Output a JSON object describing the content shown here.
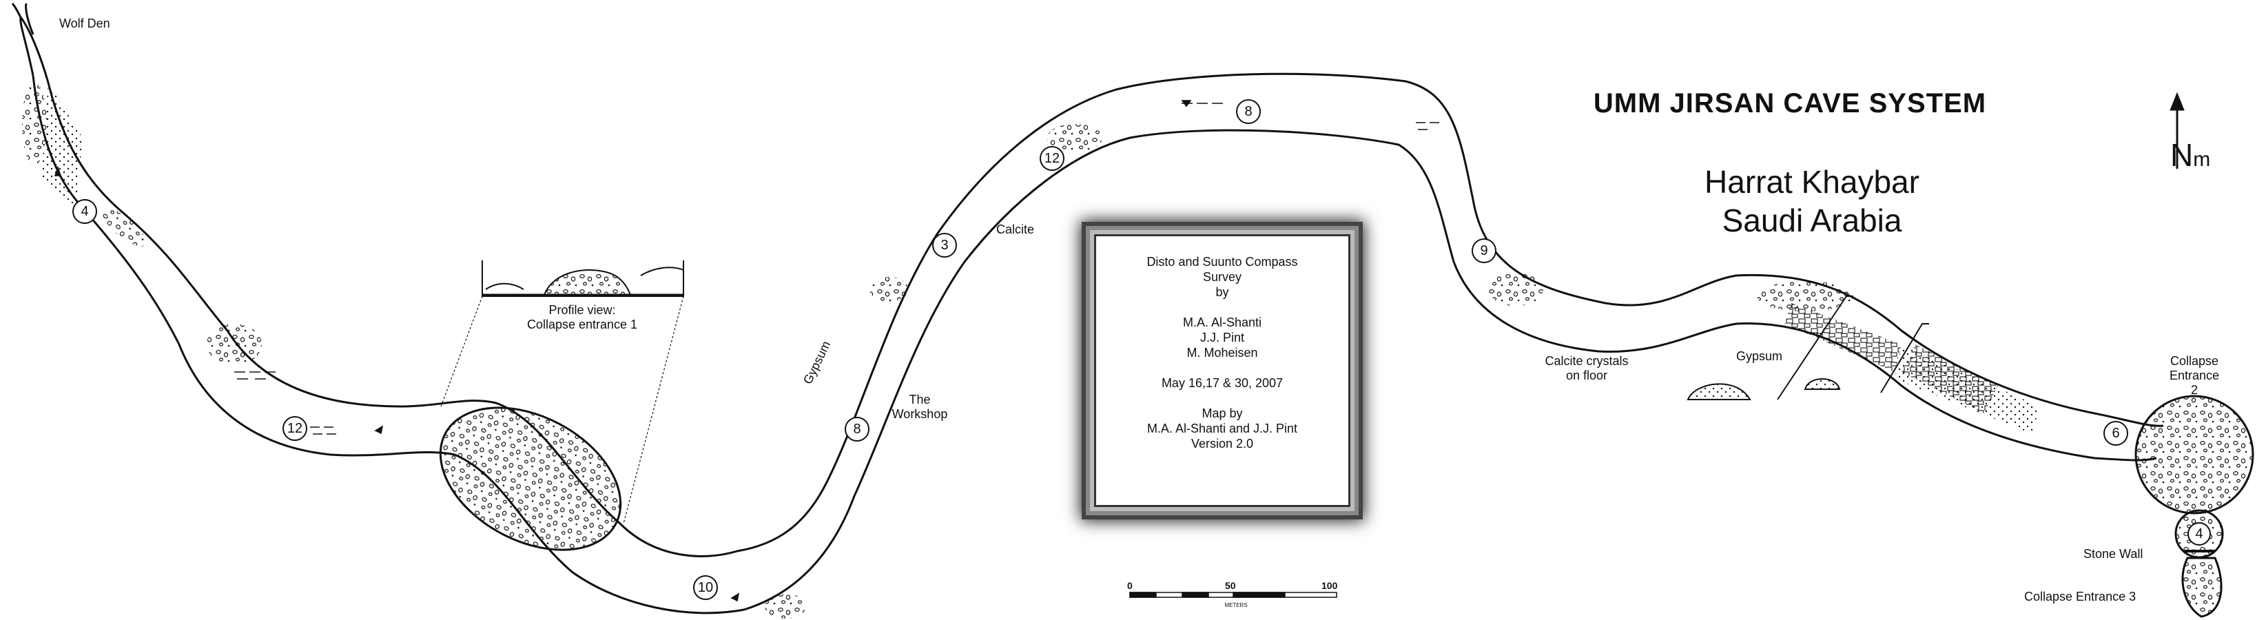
{
  "title": "UMM JIRSAN CAVE SYSTEM",
  "region": [
    "Harrat Khaybar",
    "Saudi Arabia"
  ],
  "north_arrow": {
    "label": "N",
    "sub": "m"
  },
  "credits": {
    "survey": [
      "Disto and Suunto Compass",
      "Survey",
      "by"
    ],
    "surveyors": [
      "M.A.  Al-Shanti",
      "J.J. Pint",
      "M. Moheisen"
    ],
    "dates": "May 16,17 & 30, 2007",
    "map_by": [
      "Map by",
      "M.A.  Al-Shanti and J.J. Pint",
      "Version 2.0"
    ]
  },
  "scale_bar": {
    "ticks": [
      "0",
      "50",
      "100"
    ],
    "unit": "METERS"
  },
  "labels": {
    "wolf_den": "Wolf Den",
    "profile_view": [
      "Profile view:",
      "Collapse entrance 1"
    ],
    "calcite": "Calcite",
    "gypsum_1": "Gypsum",
    "workshop": [
      "The",
      "Workshop"
    ],
    "calcite_crystals": [
      "Calcite crystals",
      "on floor"
    ],
    "gypsum_2": "Gypsum",
    "collapse_entrance_2": [
      "Collapse",
      "Entrance",
      "2"
    ],
    "stone_wall": "Stone Wall",
    "collapse_entrance_3": "Collapse Entrance 3"
  },
  "ceiling_heights": [
    "4",
    "12",
    "10",
    "8",
    "3",
    "12",
    "8",
    "9",
    "6",
    "4"
  ],
  "colors": {
    "ink": "#111111",
    "paper": "#ffffff",
    "frame_dark": "#222222"
  }
}
